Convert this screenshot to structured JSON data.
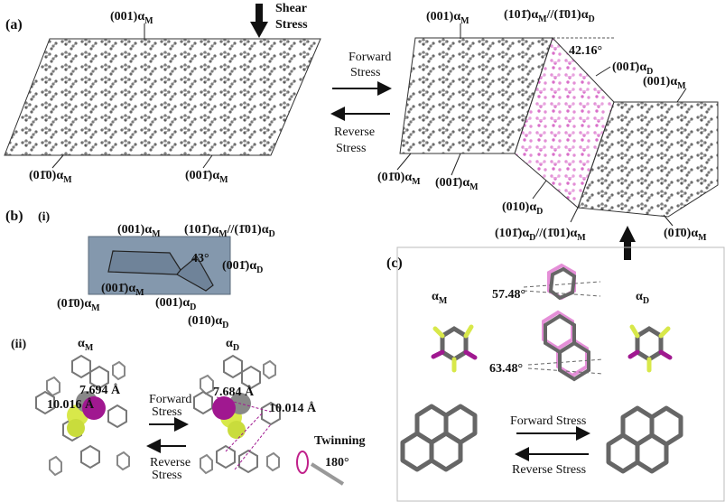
{
  "panels": {
    "a": "(a)",
    "b": "(b)",
    "b_i": "(i)",
    "b_ii": "(ii)",
    "c": "(c)"
  },
  "panel_a": {
    "shear": "Shear",
    "stress": "Stress",
    "forward_1": "Forward",
    "forward_2": "Stress",
    "reverse_1": "Reverse",
    "reverse_2": "Stress",
    "left_top_face": "(001)α",
    "left_bottom_face_1": "(01̄0)α",
    "left_bottom_face_2": "(001̄)α",
    "right_top_face_1": "(001)α",
    "right_twin_plane": "(101̄)α",
    "right_twin_plane_2": "//(1̄01)α",
    "angle": "42.16°",
    "right_d_face": "(001̄)α",
    "right_top_face_2": "(001)α",
    "right_bottom_1": "(01̄0)α",
    "right_bottom_2": "(001̄)α",
    "right_bottom_3": "(010)α",
    "right_bottom_4": "(101̄)α",
    "right_bottom_4b": "//(1̄01)α",
    "right_bottom_5": "(01̄0)α",
    "sub_M": "M",
    "sub_D": "D"
  },
  "panel_b": {
    "top_face": "(001)α",
    "twin_plane": "(101̄)α",
    "twin_plane_2": "//(1̄01)α",
    "angle": "43°",
    "d_face": "(001̄)α",
    "m_face_1": "(001̄)α",
    "m_face_2": "(01̄0)α",
    "d_face_2": "(001)α",
    "d_face_3": "(010)α",
    "alpha_M": "α",
    "alpha_D": "α",
    "dist_1": "7.694 Å",
    "dist_2": "10.016 Å",
    "dist_3": "7.684 Å",
    "dist_4": "10.014 Å",
    "forward_1": "Forward",
    "forward_2": "Stress",
    "reverse_1": "Reverse",
    "reverse_2": "Stress",
    "twinning": "Twinning",
    "twin_angle": "180°"
  },
  "panel_c": {
    "alpha_M": "α",
    "alpha_D": "α",
    "angle_1": "57.48°",
    "angle_2": "63.48°",
    "forward": "Forward Stress",
    "reverse": "Reverse Stress"
  },
  "colors": {
    "molecule_gray": "#6f6f6f",
    "domain_pink": "#e58fd8",
    "iodine_purple": "#a01890",
    "fluorine_yellow": "#d8e84a",
    "photo_blue": "#7f95ad"
  }
}
